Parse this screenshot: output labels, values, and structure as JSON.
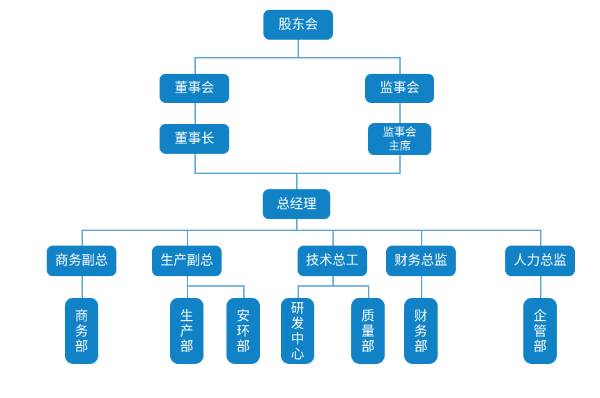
{
  "page": {
    "background": "#ffffff",
    "type": "organization-chart"
  },
  "colors": {
    "node_fill": "#1182c5",
    "node_text": "#ffffff",
    "connector": "#5aa7d6"
  },
  "org_chart": {
    "nodes": {
      "shareholders": {
        "label": "股东会"
      },
      "board": {
        "label": "董事会"
      },
      "supervisory": {
        "label": "监事会"
      },
      "chairman": {
        "label": "董事长"
      },
      "supervisory_chairman": {
        "label": "监事会主席",
        "label_lines": [
          "监事会",
          "主席"
        ]
      },
      "gm": {
        "label": "总经理"
      },
      "vp_business": {
        "label": "商务副总"
      },
      "vp_production": {
        "label": "生产副总"
      },
      "chief_engineer": {
        "label": "技术总工"
      },
      "finance_director": {
        "label": "财务总监"
      },
      "hr_director": {
        "label": "人力总监"
      },
      "dept_business": {
        "label": "商务部"
      },
      "dept_production": {
        "label": "生产部"
      },
      "dept_safety": {
        "label": "安环部"
      },
      "dept_rd": {
        "label": "研发中心"
      },
      "dept_quality": {
        "label": "质量部"
      },
      "dept_finance": {
        "label": "财务部"
      },
      "dept_admin": {
        "label": "企管部"
      }
    },
    "edges": [
      {
        "from": "股东会",
        "to": "董事会"
      },
      {
        "from": "股东会",
        "to": "监事会"
      },
      {
        "from": "董事会",
        "to": "董事长"
      },
      {
        "from": "监事会",
        "to": "监事会主席"
      },
      {
        "from": "董事长",
        "to": "总经理"
      },
      {
        "from": "监事会主席",
        "to": "总经理"
      },
      {
        "from": "总经理",
        "to": "商务副总"
      },
      {
        "from": "总经理",
        "to": "生产副总"
      },
      {
        "from": "总经理",
        "to": "技术总工"
      },
      {
        "from": "总经理",
        "to": "财务总监"
      },
      {
        "from": "总经理",
        "to": "人力总监"
      },
      {
        "from": "商务副总",
        "to": "商务部"
      },
      {
        "from": "生产副总",
        "to": "生产部"
      },
      {
        "from": "生产副总",
        "to": "安环部"
      },
      {
        "from": "技术总工",
        "to": "研发中心"
      },
      {
        "from": "技术总工",
        "to": "质量部"
      },
      {
        "from": "财务总监",
        "to": "财务部"
      },
      {
        "from": "人力总监",
        "to": "企管部"
      }
    ]
  }
}
